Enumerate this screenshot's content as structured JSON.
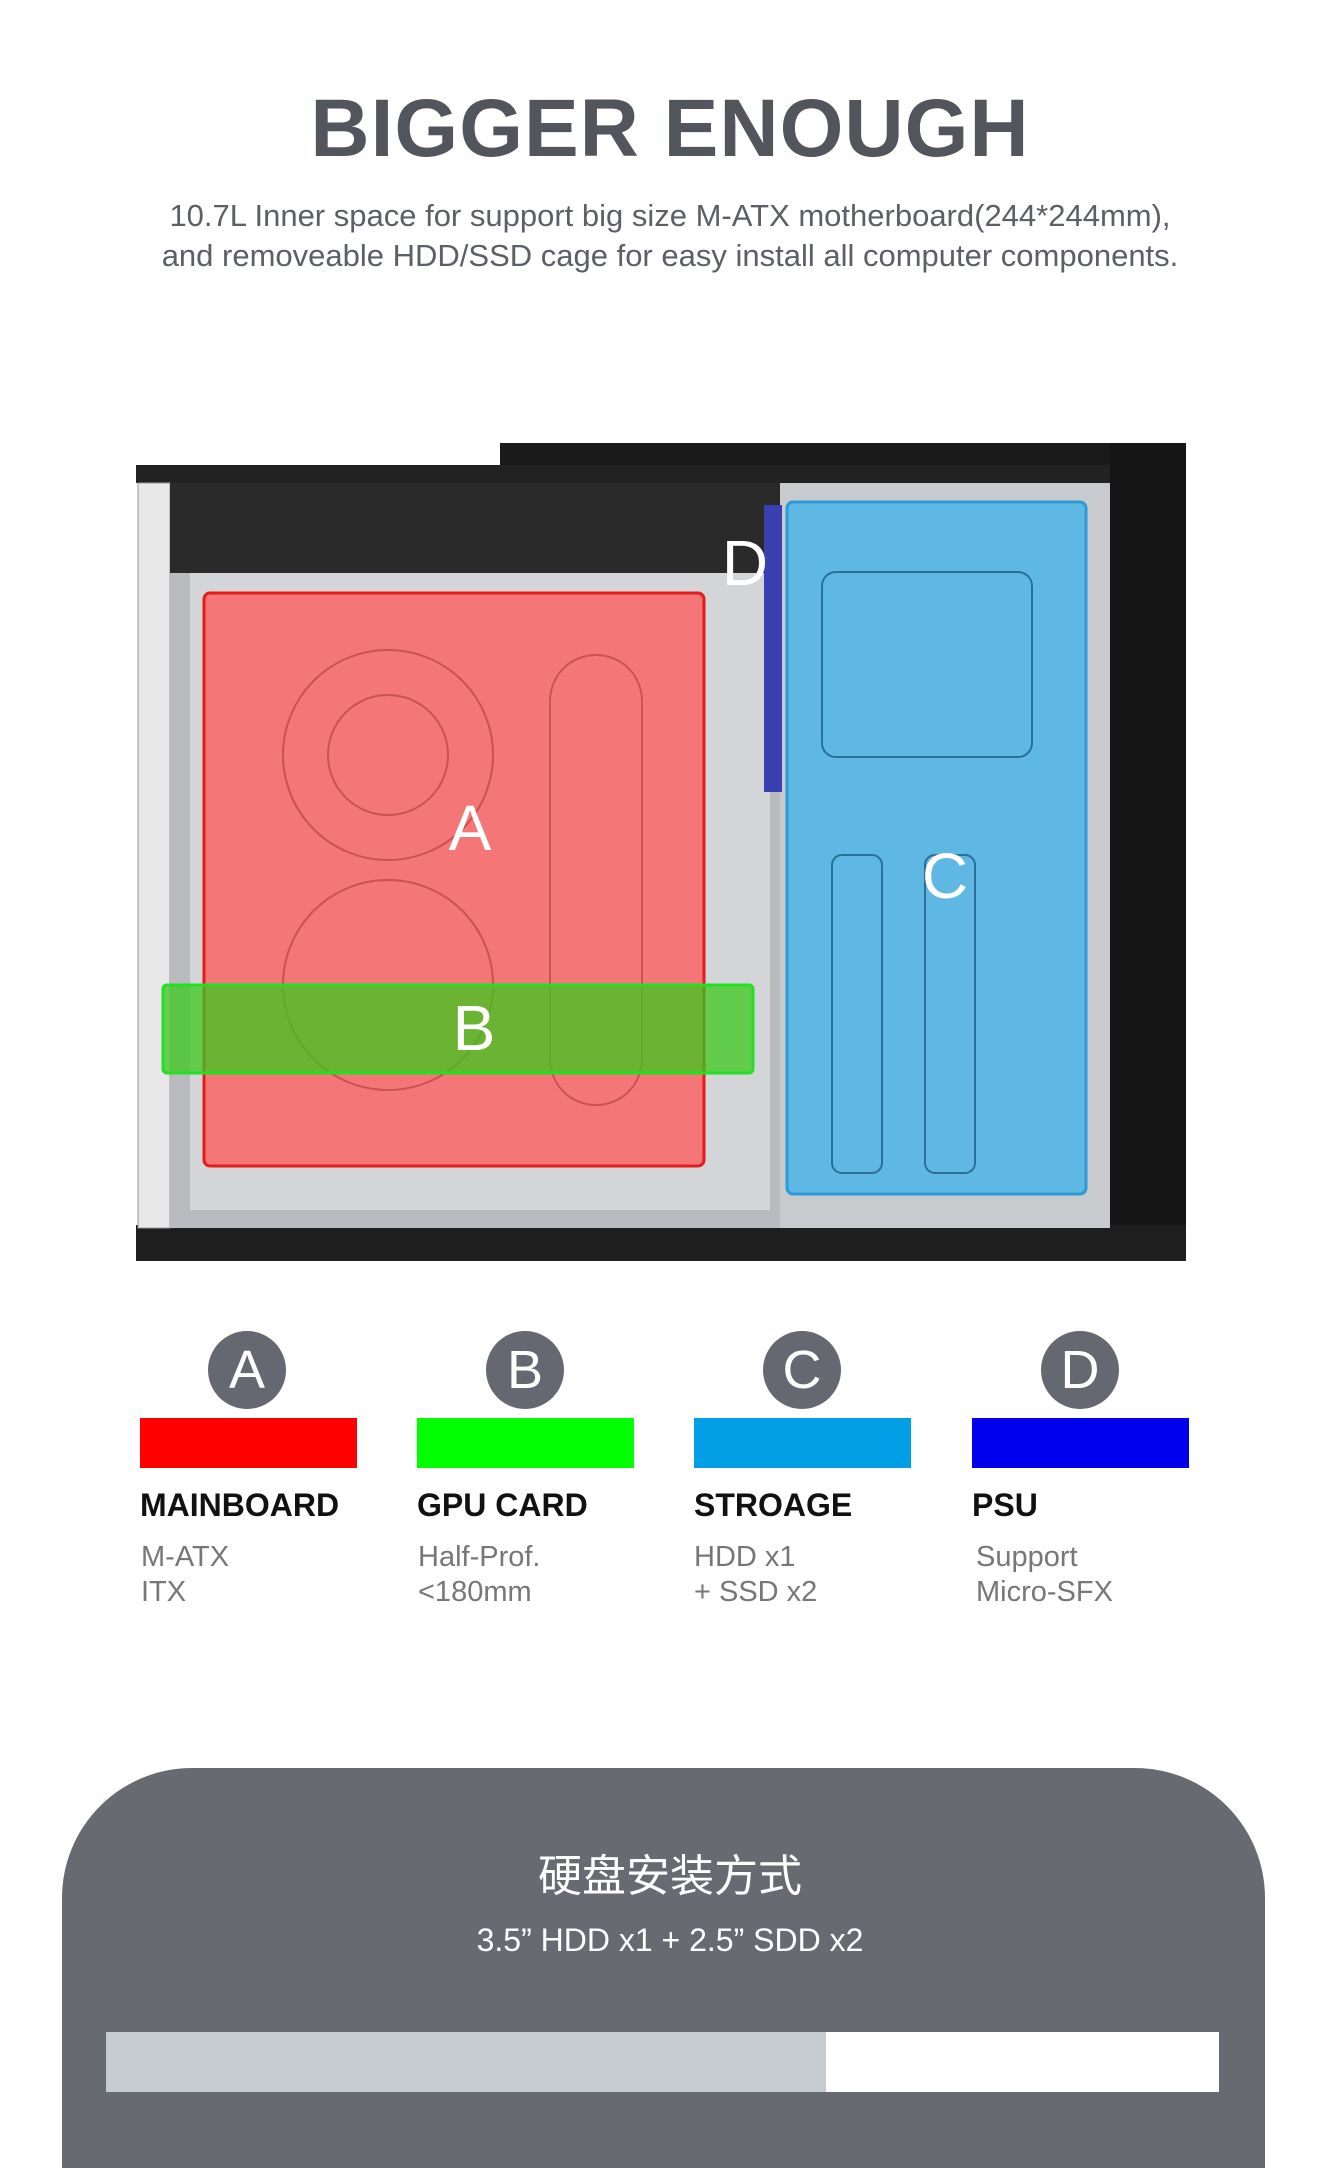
{
  "header": {
    "title": "BIGGER ENOUGH",
    "subtitle_line1": "10.7L Inner space for support big size M-ATX motherboard(244*244mm),",
    "subtitle_line2": "and removeable HDD/SSD cage for easy install all computer components."
  },
  "diagram": {
    "labels": [
      "A",
      "B",
      "C",
      "D"
    ]
  },
  "legend": [
    {
      "letter": "A",
      "color": "#ff0000",
      "title": "MAINBOARD",
      "line1": "M-ATX",
      "line2": "ITX"
    },
    {
      "letter": "B",
      "color": "#00ff00",
      "title": "GPU CARD",
      "line1": "Half-Prof.",
      "line2": "<180mm"
    },
    {
      "letter": "C",
      "color": "#039fe6",
      "title": "STROAGE",
      "line1": "HDD x1",
      "line2": "+ SSD x2"
    },
    {
      "letter": "D",
      "color": "#0000ee",
      "title": "PSU",
      "line1": "Support",
      "line2": "Micro-SFX"
    }
  ],
  "panel": {
    "title": "硬盘安装方式",
    "subtitle": "3.5” HDD x1 + 2.5” SDD x2"
  }
}
